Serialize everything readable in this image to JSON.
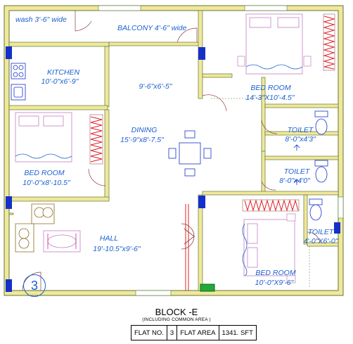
{
  "rooms": {
    "wash": {
      "label": "wash 3'-6\" wide"
    },
    "balcony": {
      "label": "BALCONY 4'-6\" wide"
    },
    "kitchen": {
      "name": "KITCHEN",
      "size": "10'-0\"x6'-9\""
    },
    "passage": {
      "size": "9'-6\"x6'-5\""
    },
    "bedroom_top_right": {
      "name": "BED ROOM",
      "size": "14'-3\"X10'-4.5\""
    },
    "toilet_1": {
      "name": "TOILET",
      "size": "8'-0\"x4'3\""
    },
    "dining": {
      "name": "DINING",
      "size": "15'-9\"x8'-7.5\""
    },
    "bedroom_left": {
      "name": "BED ROOM",
      "size": "10'-0\"x8'-10.5\""
    },
    "toilet_2": {
      "name": "TOILET",
      "size": "8'-0\"x4'0\""
    },
    "hall": {
      "name": "HALL",
      "size": "19'-10.5\"x9'-6\""
    },
    "toilet_3": {
      "name": "TOILET",
      "size": "4'-0\"X6'-0\""
    },
    "bedroom_bottom_right": {
      "name": "BED ROOM",
      "size": "10'-0\"X9'-6\""
    }
  },
  "flat_badge": "3",
  "footer": {
    "block_title": "BLOCK -E",
    "subtitle": "(INCLUDING COMMON AREA )",
    "flat_no_label": "FLAT NO.",
    "flat_no_value": "3",
    "flat_area_label": "FLAT AREA",
    "flat_area_value": "1341. SFT"
  },
  "colors": {
    "wall": "#f2e79a",
    "line": "#5b7a3a",
    "text": "#1a5fd0",
    "column": "#1530c8",
    "wardrobe": "#e0202a",
    "door": "#8b3a3a",
    "entrance": "#22a83a",
    "furniture": "#c080c0"
  }
}
